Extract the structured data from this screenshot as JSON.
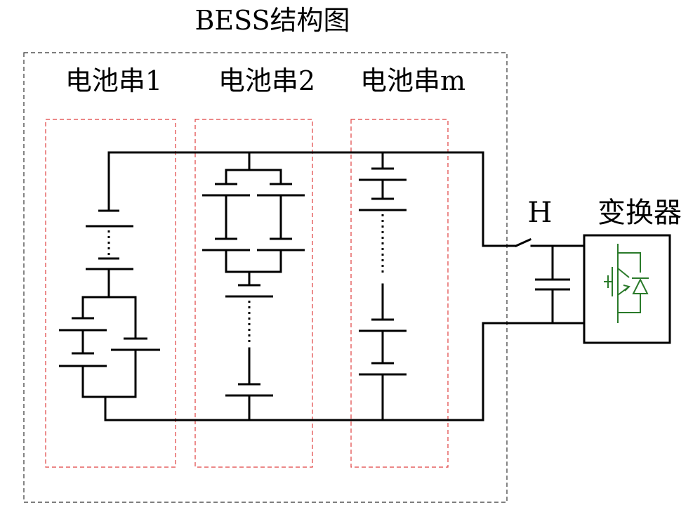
{
  "title": "BESS结构图",
  "strings": [
    {
      "label": "电池串1"
    },
    {
      "label": "电池串2"
    },
    {
      "label": "电池串m"
    }
  ],
  "switch_label": "H",
  "converter_label": "变换器",
  "colors": {
    "wire": "#000000",
    "group_border": "#e04040",
    "outer_border": "#333333",
    "converter_symbol": "#2a7a2a"
  }
}
